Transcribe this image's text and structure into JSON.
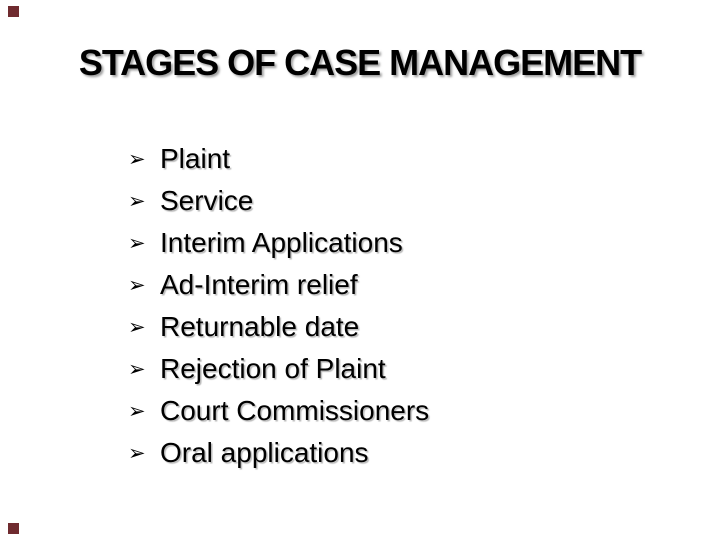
{
  "slide": {
    "title": "STAGES OF CASE MANAGEMENT",
    "bullet_char": "➢",
    "bullets": [
      "Plaint",
      "Service",
      "Interim Applications",
      "Ad-Interim relief",
      "Returnable date",
      "Rejection of Plaint",
      "Court Commissioners",
      "Oral applications"
    ],
    "colors": {
      "background": "#ffffff",
      "text": "#000000",
      "accent_square": "#6f2b2f"
    }
  }
}
